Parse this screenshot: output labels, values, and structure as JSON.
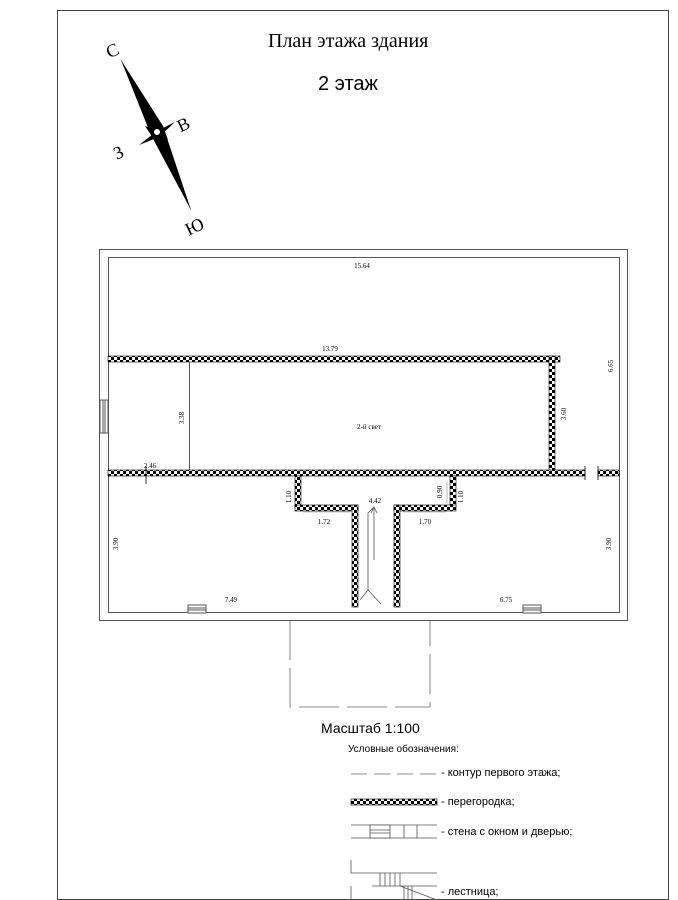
{
  "title": "План этажа здания",
  "floor": "2 этаж",
  "compass": {
    "north": "С",
    "south": "Ю",
    "west": "З",
    "east": "В"
  },
  "room_label": "2-й свет",
  "dimensions": {
    "top": "15.64",
    "partition": "13.79",
    "right_upper": "6.65",
    "void_height": "3.38",
    "void_right": "3.60",
    "left_short": "2.46",
    "stair_left_h": "1.10",
    "stair_right_h": "1.10",
    "stair_small": "0.90",
    "stair_width": "4.42",
    "stair_left_w": "1.72",
    "stair_right_w": "1.70",
    "left_lower": "3.90",
    "right_lower": "3.90",
    "bottom_left": "7.49",
    "bottom_right": "6.75"
  },
  "scale": "Масштаб 1:100",
  "legend": {
    "heading": "Условные обозначения:",
    "items": [
      {
        "label": "- контур первого этажа;"
      },
      {
        "label": "- перегородка;"
      },
      {
        "label": "- стена с окном и дверью;"
      },
      {
        "label": "- лестница;"
      }
    ]
  }
}
